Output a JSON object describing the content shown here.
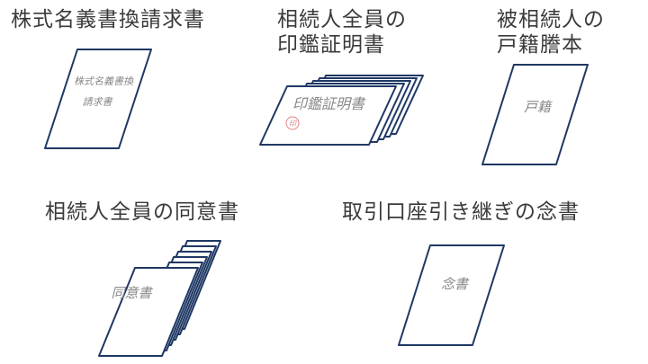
{
  "items": [
    {
      "id": "transfer-request",
      "title_lines": [
        "株式名義書換請求書"
      ],
      "doc_label_lines": [
        "株式名義書換",
        "請求書"
      ]
    },
    {
      "id": "seal-certificate",
      "title_lines": [
        "相続人全員の",
        "印鑑証明書"
      ],
      "doc_label_lines": [
        "印鑑証明書"
      ],
      "seal_text": "印"
    },
    {
      "id": "family-register",
      "title_lines": [
        "被相続人の",
        "戸籍謄本"
      ],
      "doc_label_lines": [
        "戸籍"
      ]
    },
    {
      "id": "consent-form",
      "title_lines": [
        "相続人全員の同意書"
      ],
      "doc_label_lines": [
        "同意書"
      ]
    },
    {
      "id": "account-memo",
      "title_lines": [
        "取引口座引き継ぎの念書"
      ],
      "doc_label_lines": [
        "念書"
      ]
    }
  ],
  "colors": {
    "outline": "#1f3864",
    "title_text": "#3a3a3a",
    "doc_text": "#888888",
    "seal": "#e08080"
  }
}
